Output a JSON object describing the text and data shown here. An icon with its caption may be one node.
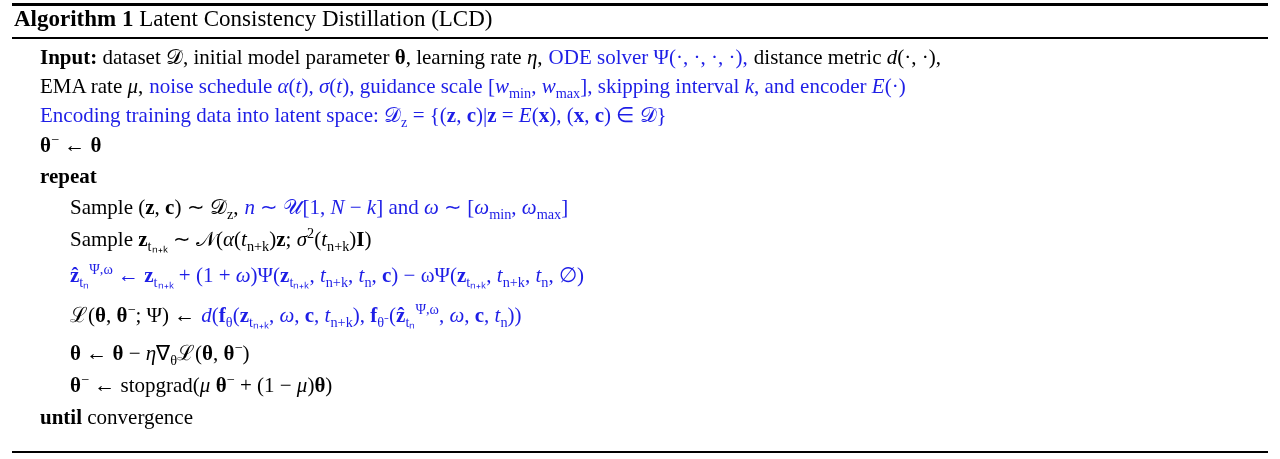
{
  "diagram": {
    "title": "**Algorithm 1** Latent Consistency Distillation (LCD)",
    "labels": [
      "**Input:** dataset 𝒟, initial model parameter **θ**, learning rate *η*,",
      "ODE solver Ψ(·, ·, ·, ·),",
      "distance metric *d*(·, ·),",
      "EMA rate *μ*,",
      "noise schedule *α*(*t*), *σ*(*t*), guidance scale [*w*$_{min}$, *w*$_{max}$], skipping interval *k*, and encoder *E*(·)",
      "Encoding training data into latent space: 𝒟$_{z}$ = {(**z**, **c**)|**z** = *E*(**x**), (**x**, **c**) ∈ 𝒟}",
      "**θ**$^{−}$ ← **θ**",
      "repeat",
      "Sample (**z**, **c**) ∼ 𝒟$_{z}$,",
      "*n* ∼ 𝒰[1, *N* − *k*] and *ω* ∼ [*ω*$_{min}$, *ω*$_{max}$]",
      "Sample **z**$_{tₙ₊ₖ}$ ∼ 𝒩(*α*(*t*$_{n+k}$)**z**; *σ*$^{2}$(*t*$_{n+k}$)**I**)",
      "**ẑ**$_{tₙ}$$^{Ψ,ω}$ ← **z**$_{tₙ₊ₖ}$ + (1 + *ω*)Ψ(**z**$_{tₙ₊ₖ}$, *t*$_{n+k}$, *t*$_{n}$, **c**) − ωΨ(**z**$_{tₙ₊ₖ}$, *t*$_{n+k}$, *t*$_{n}$, ∅)",
      "ℒ(**θ**, **θ**$^{−}$; Ψ) ←",
      "*d*(**f**$_{θ}$(**z**$_{tₙ₊ₖ}$, *ω*, **c**, *t*$_{n+k}$), **f**$_{θ⁻}$(**ẑ**$_{tₙ}$$^{Ψ,ω}$, *ω*, **c**, *t*$_{n}$))",
      "**θ** ← **θ** − *η*∇$_{θ}$ℒ(**θ**, **θ**$^{−}$)",
      "**θ**$^{−}$ ← stopgrad(*μ* **θ**$^{−}$ + (1 − *μ*)**θ**)",
      "**until** convergence"
    ]
  }
}
